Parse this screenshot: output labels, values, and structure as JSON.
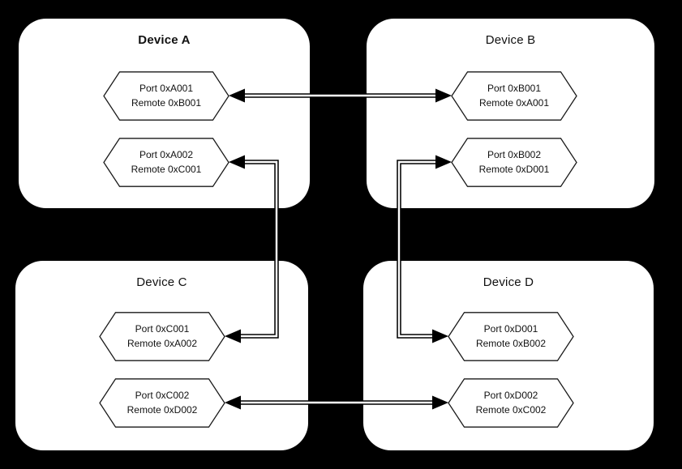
{
  "colors": {
    "background": "#000000",
    "device_fill": "#ffffff",
    "line": "#000000",
    "line_core": "#ffffff",
    "text": "#111111"
  },
  "devices": [
    {
      "title": "Device A",
      "title_bold": true,
      "ports": [
        {
          "port": "Port 0xA001",
          "remote": "Remote 0xB001"
        },
        {
          "port": "Port 0xA002",
          "remote": "Remote 0xC001"
        }
      ]
    },
    {
      "title": "Device B",
      "title_bold": false,
      "ports": [
        {
          "port": "Port 0xB001",
          "remote": "Remote 0xA001"
        },
        {
          "port": "Port 0xB002",
          "remote": "Remote 0xD001"
        }
      ]
    },
    {
      "title": "Device C",
      "title_bold": false,
      "ports": [
        {
          "port": "Port 0xC001",
          "remote": "Remote 0xA002"
        },
        {
          "port": "Port 0xC002",
          "remote": "Remote 0xD002"
        }
      ]
    },
    {
      "title": "Device D",
      "title_bold": false,
      "ports": [
        {
          "port": "Port 0xD001",
          "remote": "Remote 0xB002"
        },
        {
          "port": "Port 0xD002",
          "remote": "Remote 0xC002"
        }
      ]
    }
  ],
  "connections": [
    {
      "from": "Port 0xA001 (Device A)",
      "to": "Port 0xB001 (Device B)",
      "style": "double-line",
      "arrows": "both-ends"
    },
    {
      "from": "Port 0xA002 (Device A)",
      "to": "Port 0xC001 (Device C)",
      "style": "double-line",
      "arrows": "both-ends"
    },
    {
      "from": "Port 0xB002 (Device B)",
      "to": "Port 0xD001 (Device D)",
      "style": "double-line",
      "arrows": "both-ends"
    },
    {
      "from": "Port 0xC002 (Device C)",
      "to": "Port 0xD002 (Device D)",
      "style": "double-line",
      "arrows": "both-ends"
    }
  ]
}
